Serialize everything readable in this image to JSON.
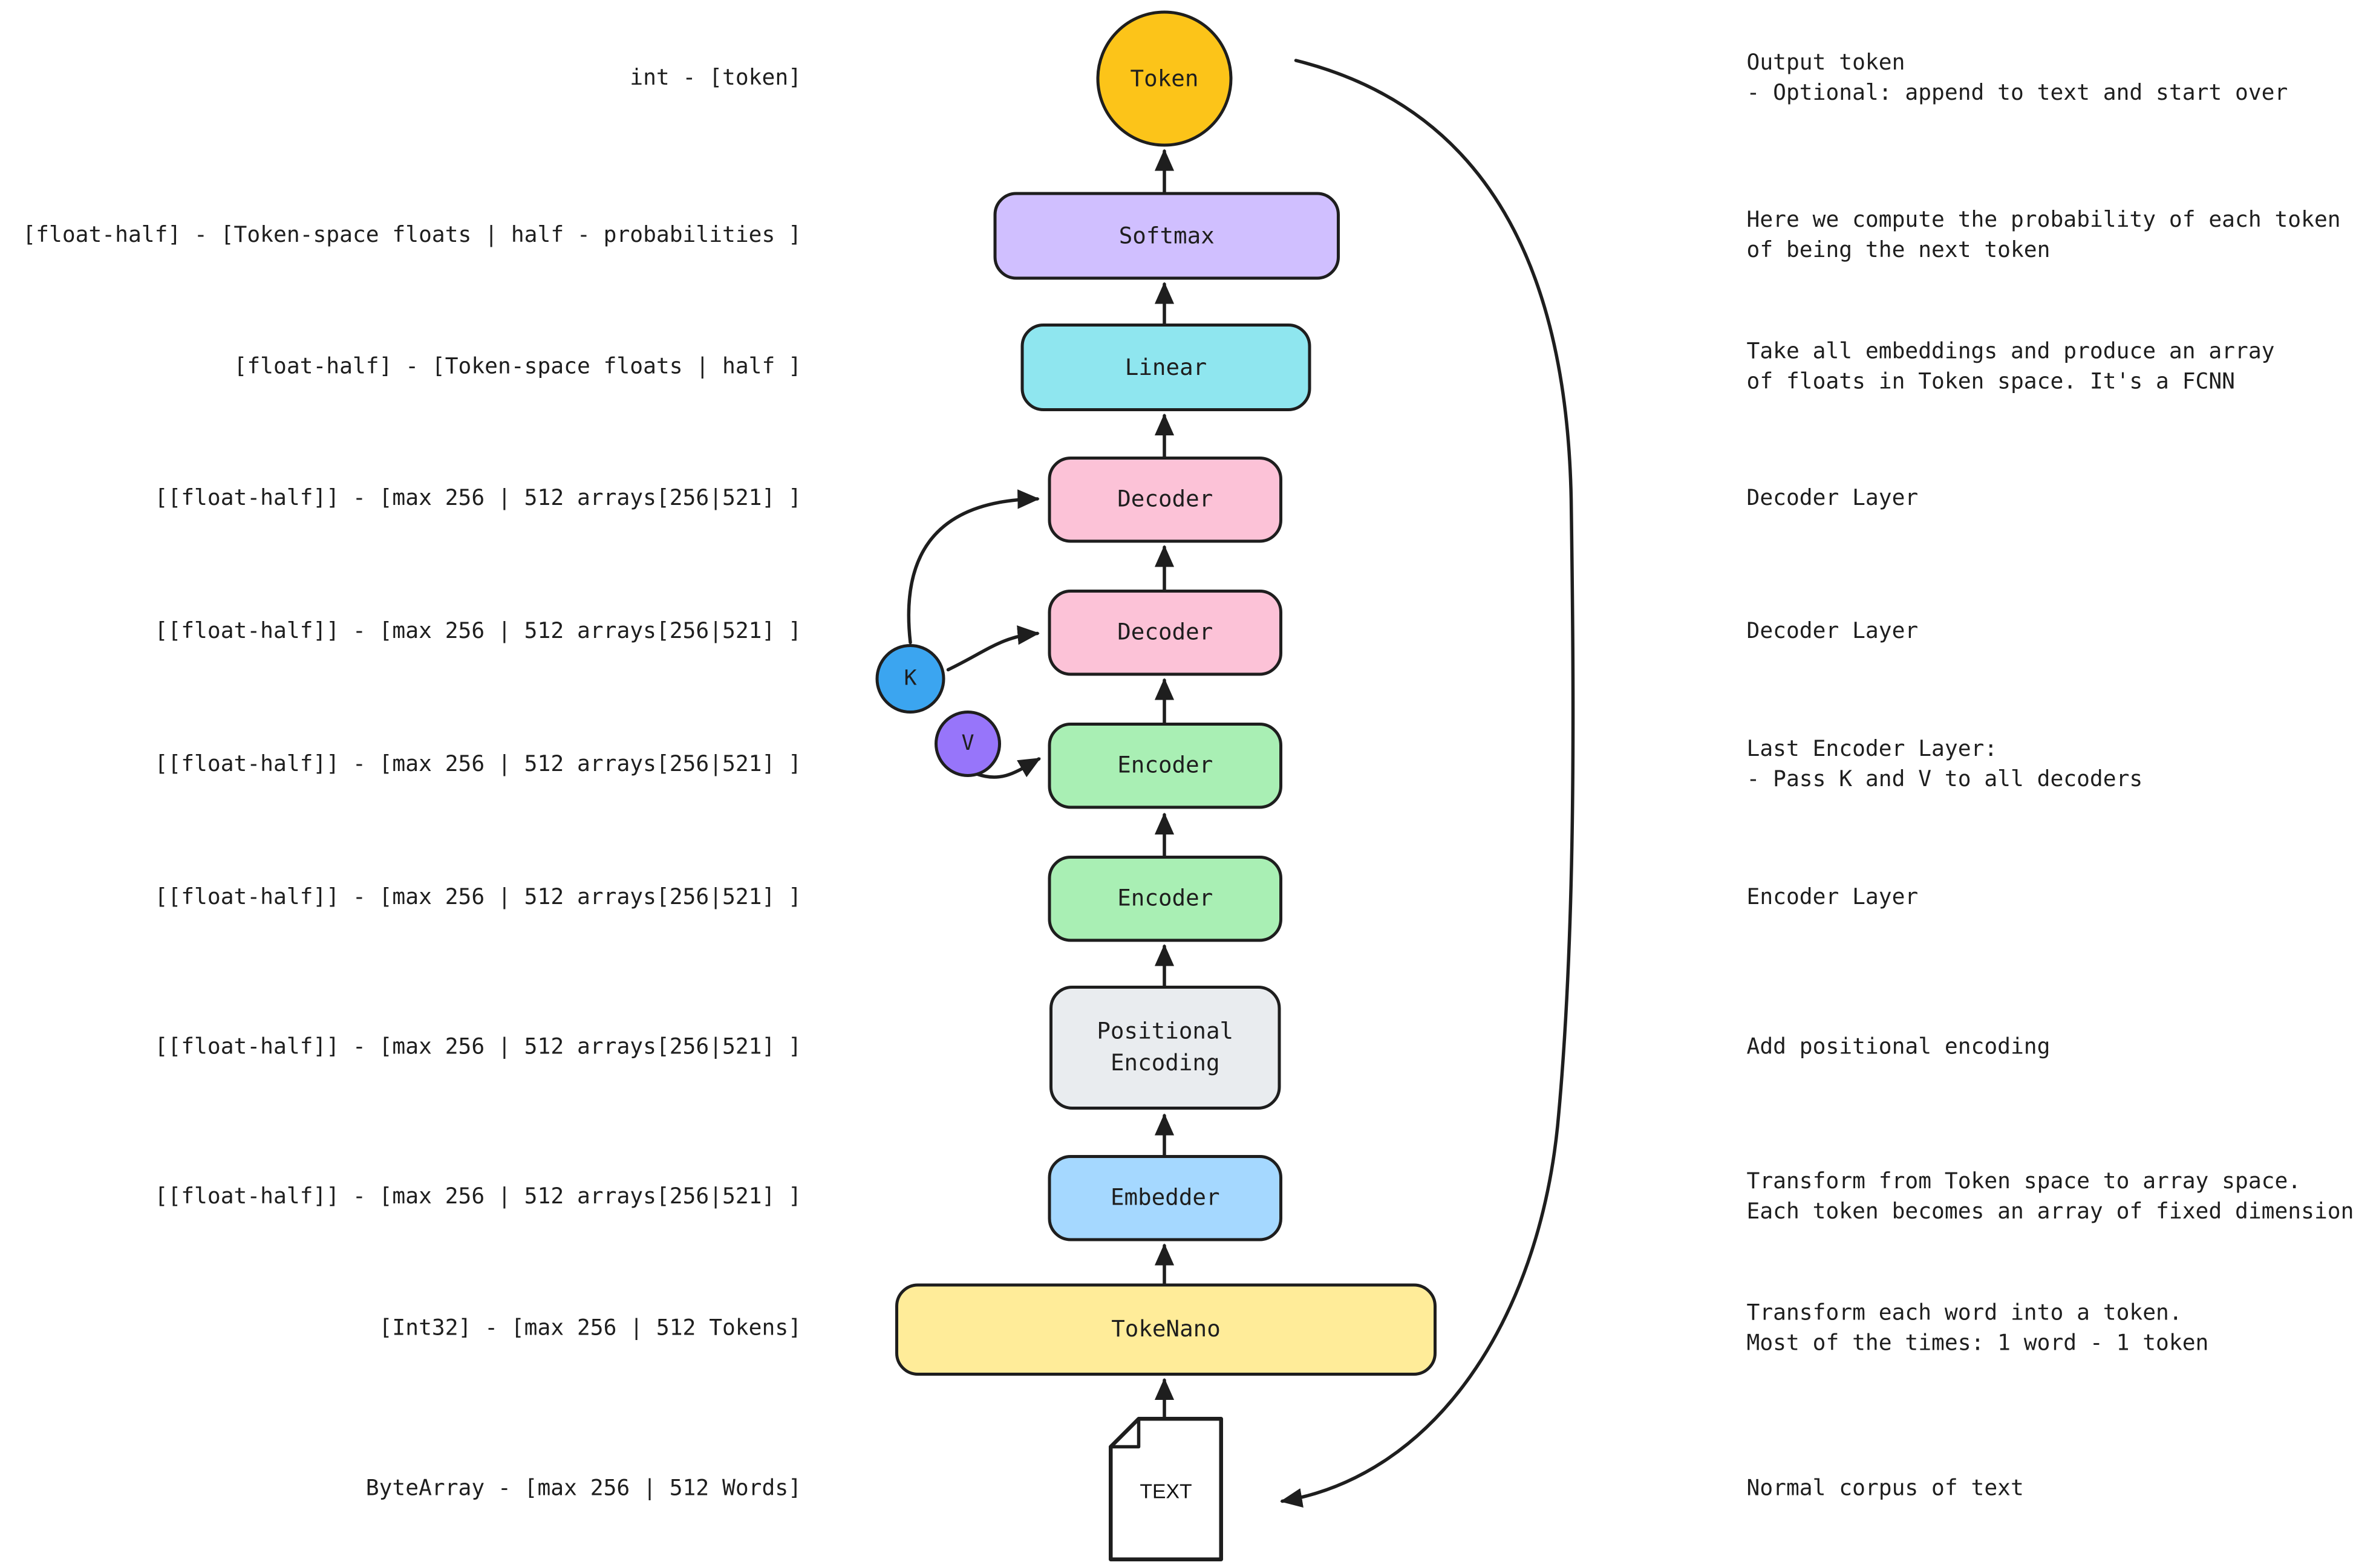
{
  "canvas": {
    "background": "#ffffff",
    "stroke": "#1e1e1e"
  },
  "rows": [
    {
      "left": "int - [token]",
      "node": "Token",
      "right": "Output token\n- Optional: append to text and start over"
    },
    {
      "left": "[float-half] - [Token-space floats | half - probabilities ]",
      "node": "Softmax",
      "right": "Here we compute the probability of each token\nof being the next token"
    },
    {
      "left": "[float-half] - [Token-space floats | half ]",
      "node": "Linear",
      "right": "Take all embeddings and produce an array\nof floats in Token space. It's a FCNN"
    },
    {
      "left": "[[float-half]] - [max 256 | 512 arrays[256|521] ]",
      "node": "Decoder",
      "right": "Decoder Layer"
    },
    {
      "left": "[[float-half]] - [max 256 | 512 arrays[256|521] ]",
      "node": "Decoder",
      "right": "Decoder Layer"
    },
    {
      "left": "[[float-half]] - [max 256 | 512 arrays[256|521] ]",
      "node": "Encoder",
      "right": "Last Encoder Layer:\n- Pass K and V to all decoders"
    },
    {
      "left": "[[float-half]] - [max 256 | 512 arrays[256|521] ]",
      "node": "Encoder",
      "right": "Encoder Layer"
    },
    {
      "left": "[[float-half]] - [max 256 | 512 arrays[256|521] ]",
      "node": "Positional\nEncoding",
      "right": "Add positional encoding"
    },
    {
      "left": "[[float-half]] - [max 256 | 512 arrays[256|521] ]",
      "node": "Embedder",
      "right": "Transform from Token space to array space.\nEach token becomes an array of fixed dimension"
    },
    {
      "left": "[Int32] - [max 256 | 512 Tokens]",
      "node": "TokeNano",
      "right": "Transform each word into a token.\nMost of the times: 1 word - 1 token"
    },
    {
      "left": "ByteArray - [max 256 | 512 Words]",
      "node": "TEXT",
      "right": "Normal corpus of text"
    }
  ],
  "badges": {
    "k": "K",
    "v": "V"
  },
  "colors": {
    "token": "#fcc419",
    "softmax": "#d0bfff",
    "linear": "#8fe6ef",
    "decoder": "#fcc2d7",
    "encoder": "#a9efb4",
    "positional": "#e9ecef",
    "embedder": "#a5d8ff",
    "tokenano": "#ffec99",
    "doc": "#ffffff",
    "k_badge": "#3ba5f0",
    "v_badge": "#9775fa",
    "stroke": "#1e1e1e"
  }
}
